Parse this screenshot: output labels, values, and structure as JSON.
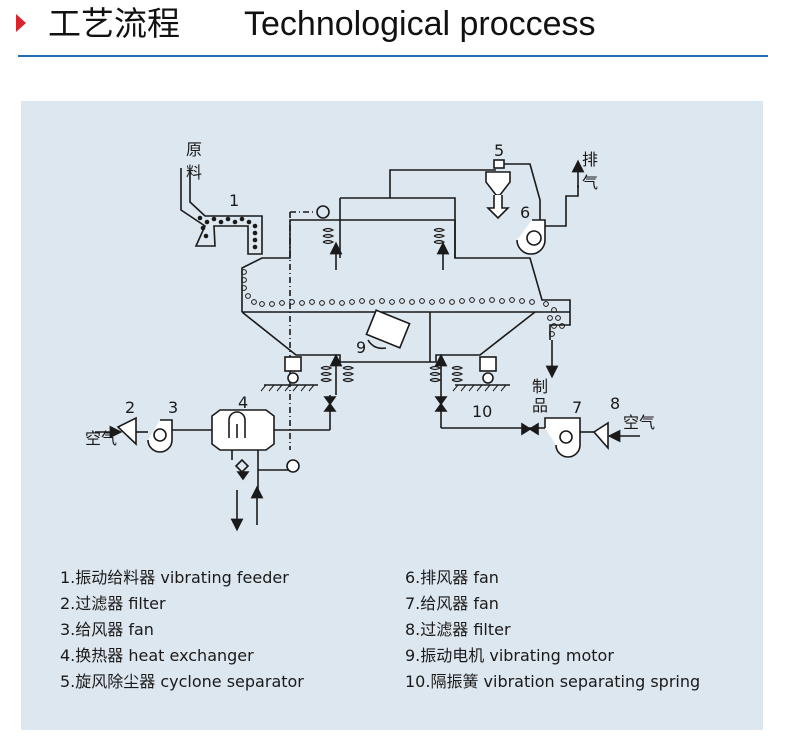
{
  "header": {
    "title_cn": "工艺流程",
    "title_en": "Technological proccess",
    "accent_color": "#d9232d",
    "rule_color": "#1e6fb8"
  },
  "diagram": {
    "background_color": "#dde7ef",
    "line_color": "#1a1a1a",
    "labels": {
      "raw_material_1": "原",
      "raw_material_2": "料",
      "exhaust_1": "排",
      "exhaust_2": "气",
      "product_1": "制",
      "product_2": "品",
      "air_left": "空气",
      "air_right": "空气"
    },
    "numbers": [
      "1",
      "2",
      "3",
      "4",
      "5",
      "6",
      "7",
      "8",
      "9",
      "10"
    ]
  },
  "legend": {
    "items": [
      {
        "text": "1.振动给料器  vibrating feeder"
      },
      {
        "text": "2.过滤器  filter"
      },
      {
        "text": "3.给风器  fan"
      },
      {
        "text": "4.换热器  heat exchanger"
      },
      {
        "text": "5.旋风除尘器  cyclone separator"
      },
      {
        "text": "6.排风器  fan"
      },
      {
        "text": "7.给风器  fan"
      },
      {
        "text": "8.过滤器  filter"
      },
      {
        "text": "9.振动电机  vibrating motor"
      },
      {
        "text": "10.隔振簧  vibration separating spring"
      }
    ]
  }
}
